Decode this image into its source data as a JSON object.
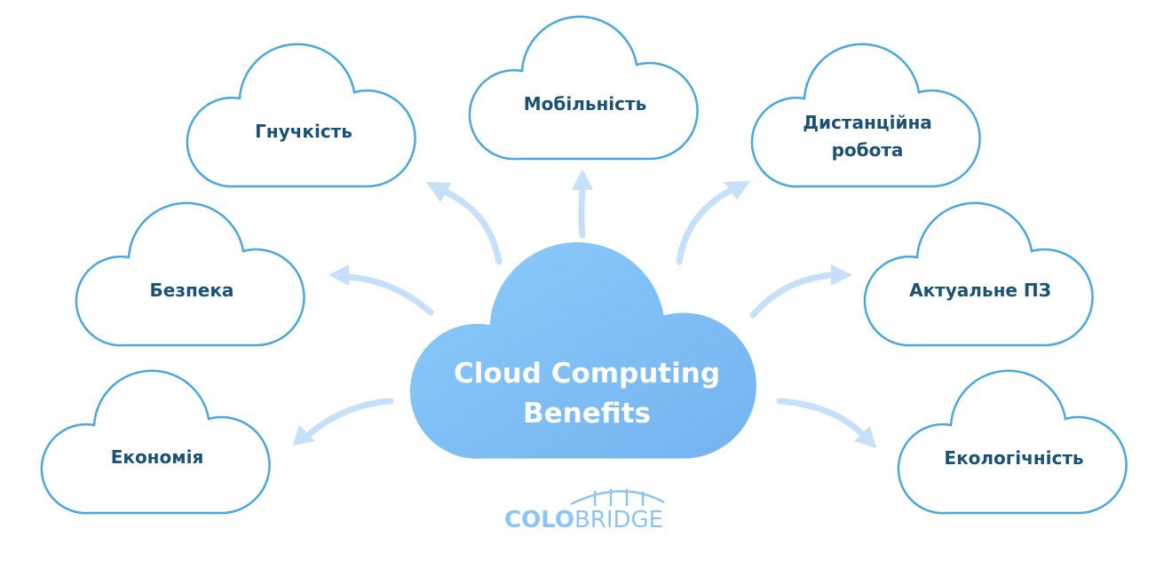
{
  "center": {
    "line1": "Cloud Computing",
    "line2": "Benefits"
  },
  "benefits": [
    {
      "lines": [
        "Гнучкість"
      ]
    },
    {
      "lines": [
        "Мобільність"
      ]
    },
    {
      "lines": [
        "Дистанційна",
        "робота"
      ]
    },
    {
      "lines": [
        "Безпека"
      ]
    },
    {
      "lines": [
        "Актуальне ПЗ"
      ]
    },
    {
      "lines": [
        "Економія"
      ]
    },
    {
      "lines": [
        "Екологічність"
      ]
    }
  ],
  "logo": {
    "bold": "COLO",
    "light": "BRIDGE"
  },
  "colors": {
    "outline": "#4aa8e0",
    "text": "#1a5275",
    "center_top": "#8ccbfc",
    "center_bottom": "#74b3ef",
    "arrow": "#c6e0fa",
    "logo": "#8cc4f5"
  }
}
